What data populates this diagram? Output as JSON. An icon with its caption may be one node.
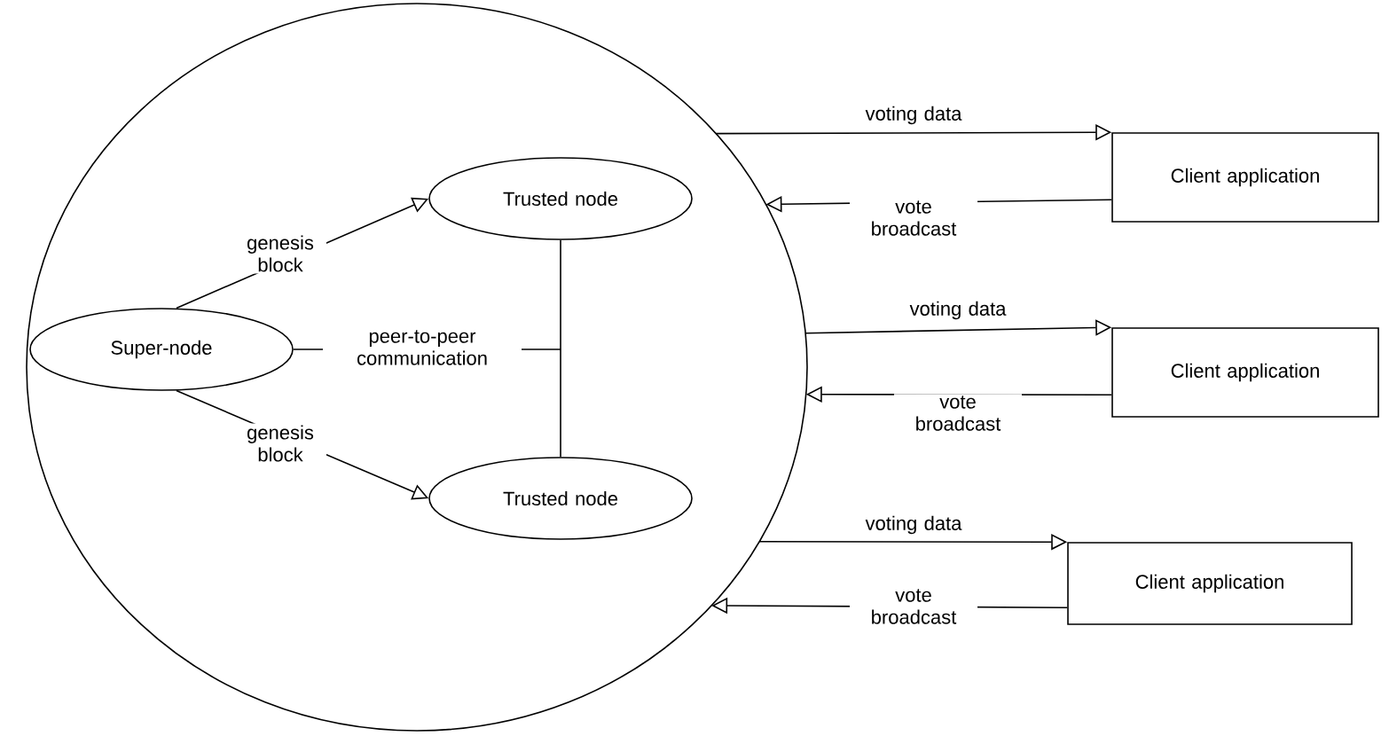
{
  "diagram": {
    "nodes": [
      {
        "text": [],
        "shape": "circle"
      },
      {
        "text": [
          "Super-node"
        ],
        "in": 0
      },
      {
        "text": [
          "Trusted node"
        ],
        "in": 0
      },
      {
        "text": [
          "Trusted node"
        ],
        "in": 0
      },
      {
        "text": [
          "Client application"
        ]
      },
      {
        "text": [
          "Client application"
        ]
      },
      {
        "text": [
          "Client application"
        ]
      }
    ],
    "edges": [
      {
        "from": 1,
        "to": 2,
        "arrow": "to",
        "label": "genesis block"
      },
      {
        "from": 1,
        "to": 3,
        "arrow": "to",
        "label": "genesis block"
      },
      {
        "from": 1,
        "to": 2,
        "arrow": "none",
        "label": "peer-to-peer communication"
      },
      {
        "from": 1,
        "to": 3,
        "arrow": "none"
      },
      {
        "from": 0,
        "to": 4,
        "arrow": "to",
        "label": "voting data"
      },
      {
        "from": 4,
        "to": 0,
        "arrow": "to",
        "label": "vote broadcast"
      },
      {
        "from": 0,
        "to": 5,
        "arrow": "to",
        "label": "voting data"
      },
      {
        "from": 5,
        "to": 0,
        "arrow": "to",
        "label": "vote broadcast"
      },
      {
        "from": 0,
        "to": 6,
        "arrow": "to",
        "label": "voting data"
      },
      {
        "from": 6,
        "to": 0,
        "arrow": "to",
        "label": "vote broadcast"
      }
    ]
  }
}
